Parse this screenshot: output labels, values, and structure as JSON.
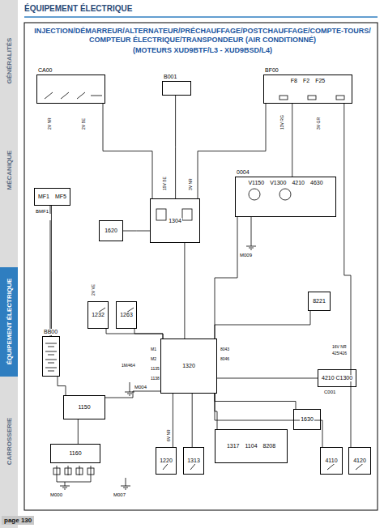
{
  "diagram": {
    "title": "INJECTION/DÉMARREUR/ALTERNATEUR/PRÉCHAUFFAGE/POSTCHAUFFAGE/COMPTE-TOURS/ COMPTEUR ÉLECTRIQUE/TRANSPONDEUR (AIR CONDITIONNÉ)",
    "nodes": [
      {
        "text": [
          "CA00"
        ]
      },
      {
        "text": [
          "B001"
        ]
      },
      {
        "text": [
          "BF00",
          "F8",
          "F2",
          "F25"
        ]
      },
      {
        "text": [
          "MF1",
          "MF5"
        ]
      },
      {
        "text": [
          "1304"
        ]
      },
      {
        "text": [
          "1620"
        ]
      },
      {
        "text": [
          "0004",
          "V1150",
          "V1300",
          "4210",
          "4630"
        ]
      },
      {
        "text": [
          "1232"
        ]
      },
      {
        "text": [
          "1263"
        ]
      },
      {
        "text": [
          "1320"
        ]
      },
      {
        "text": [
          "8221"
        ]
      },
      {
        "text": [
          "4210 C1300"
        ]
      },
      {
        "text": [
          "BB00"
        ]
      },
      {
        "text": [
          "1150"
        ]
      },
      {
        "text": [
          "1160"
        ]
      },
      {
        "text": [
          "1220"
        ]
      },
      {
        "text": [
          "1313"
        ]
      },
      {
        "text": [
          "1317",
          "1104",
          "8208"
        ]
      },
      {
        "text": [
          "1630"
        ]
      },
      {
        "text": [
          "4110"
        ]
      },
      {
        "text": [
          "4120"
        ]
      }
    ],
    "edges": [
      {
        "from": 0,
        "to": 4,
        "arrow": "none"
      },
      {
        "from": 1,
        "to": 4,
        "arrow": "none"
      },
      {
        "from": 2,
        "to": 4,
        "arrow": "none"
      },
      {
        "from": 2,
        "to": 6,
        "arrow": "none"
      },
      {
        "from": 4,
        "to": 5,
        "arrow": "none"
      },
      {
        "from": 4,
        "to": 9,
        "arrow": "none"
      },
      {
        "from": 3,
        "to": 12,
        "arrow": "none"
      },
      {
        "from": 12,
        "to": 13,
        "arrow": "none"
      },
      {
        "from": 13,
        "to": 14,
        "arrow": "none"
      },
      {
        "from": 7,
        "to": 9,
        "arrow": "none"
      },
      {
        "from": 8,
        "to": 9,
        "arrow": "none"
      },
      {
        "from": 13,
        "to": 9,
        "arrow": "none"
      },
      {
        "from": 10,
        "to": 9,
        "arrow": "none"
      },
      {
        "from": 6,
        "to": 9,
        "arrow": "none"
      },
      {
        "from": 9,
        "to": 11,
        "arrow": "none"
      },
      {
        "from": 9,
        "to": 15,
        "arrow": "none"
      },
      {
        "from": 9,
        "to": 16,
        "arrow": "none"
      },
      {
        "from": 9,
        "to": 17,
        "arrow": "none"
      },
      {
        "from": 9,
        "to": 18,
        "arrow": "none"
      },
      {
        "from": 9,
        "to": 19,
        "arrow": "none"
      },
      {
        "from": 2,
        "to": 20,
        "arrow": "none"
      }
    ],
    "labels": [
      "ÉQUIPEMENT ÉLECTRIQUE",
      "GÉNÉRALITÉS",
      "MÉCANIQUE",
      "ÉQUIPEMENT ÉLECTRIQUE",
      "CARROSSERIE",
      "page 130",
      "(MOTEURS XUD9BTF/L3 - XUD9BSD/L4)",
      "BMF1",
      "M009",
      "M000",
      "M004",
      "M007",
      "C001",
      "2V NR",
      "2V BE",
      "13V RG",
      "3V GR",
      "15V BE",
      "3V NR",
      "M1",
      "M2",
      "1135",
      "1138",
      "8043",
      "8046",
      "16V NR",
      "425/426",
      "2V VE",
      "6V NR",
      "1M/464"
    ]
  }
}
